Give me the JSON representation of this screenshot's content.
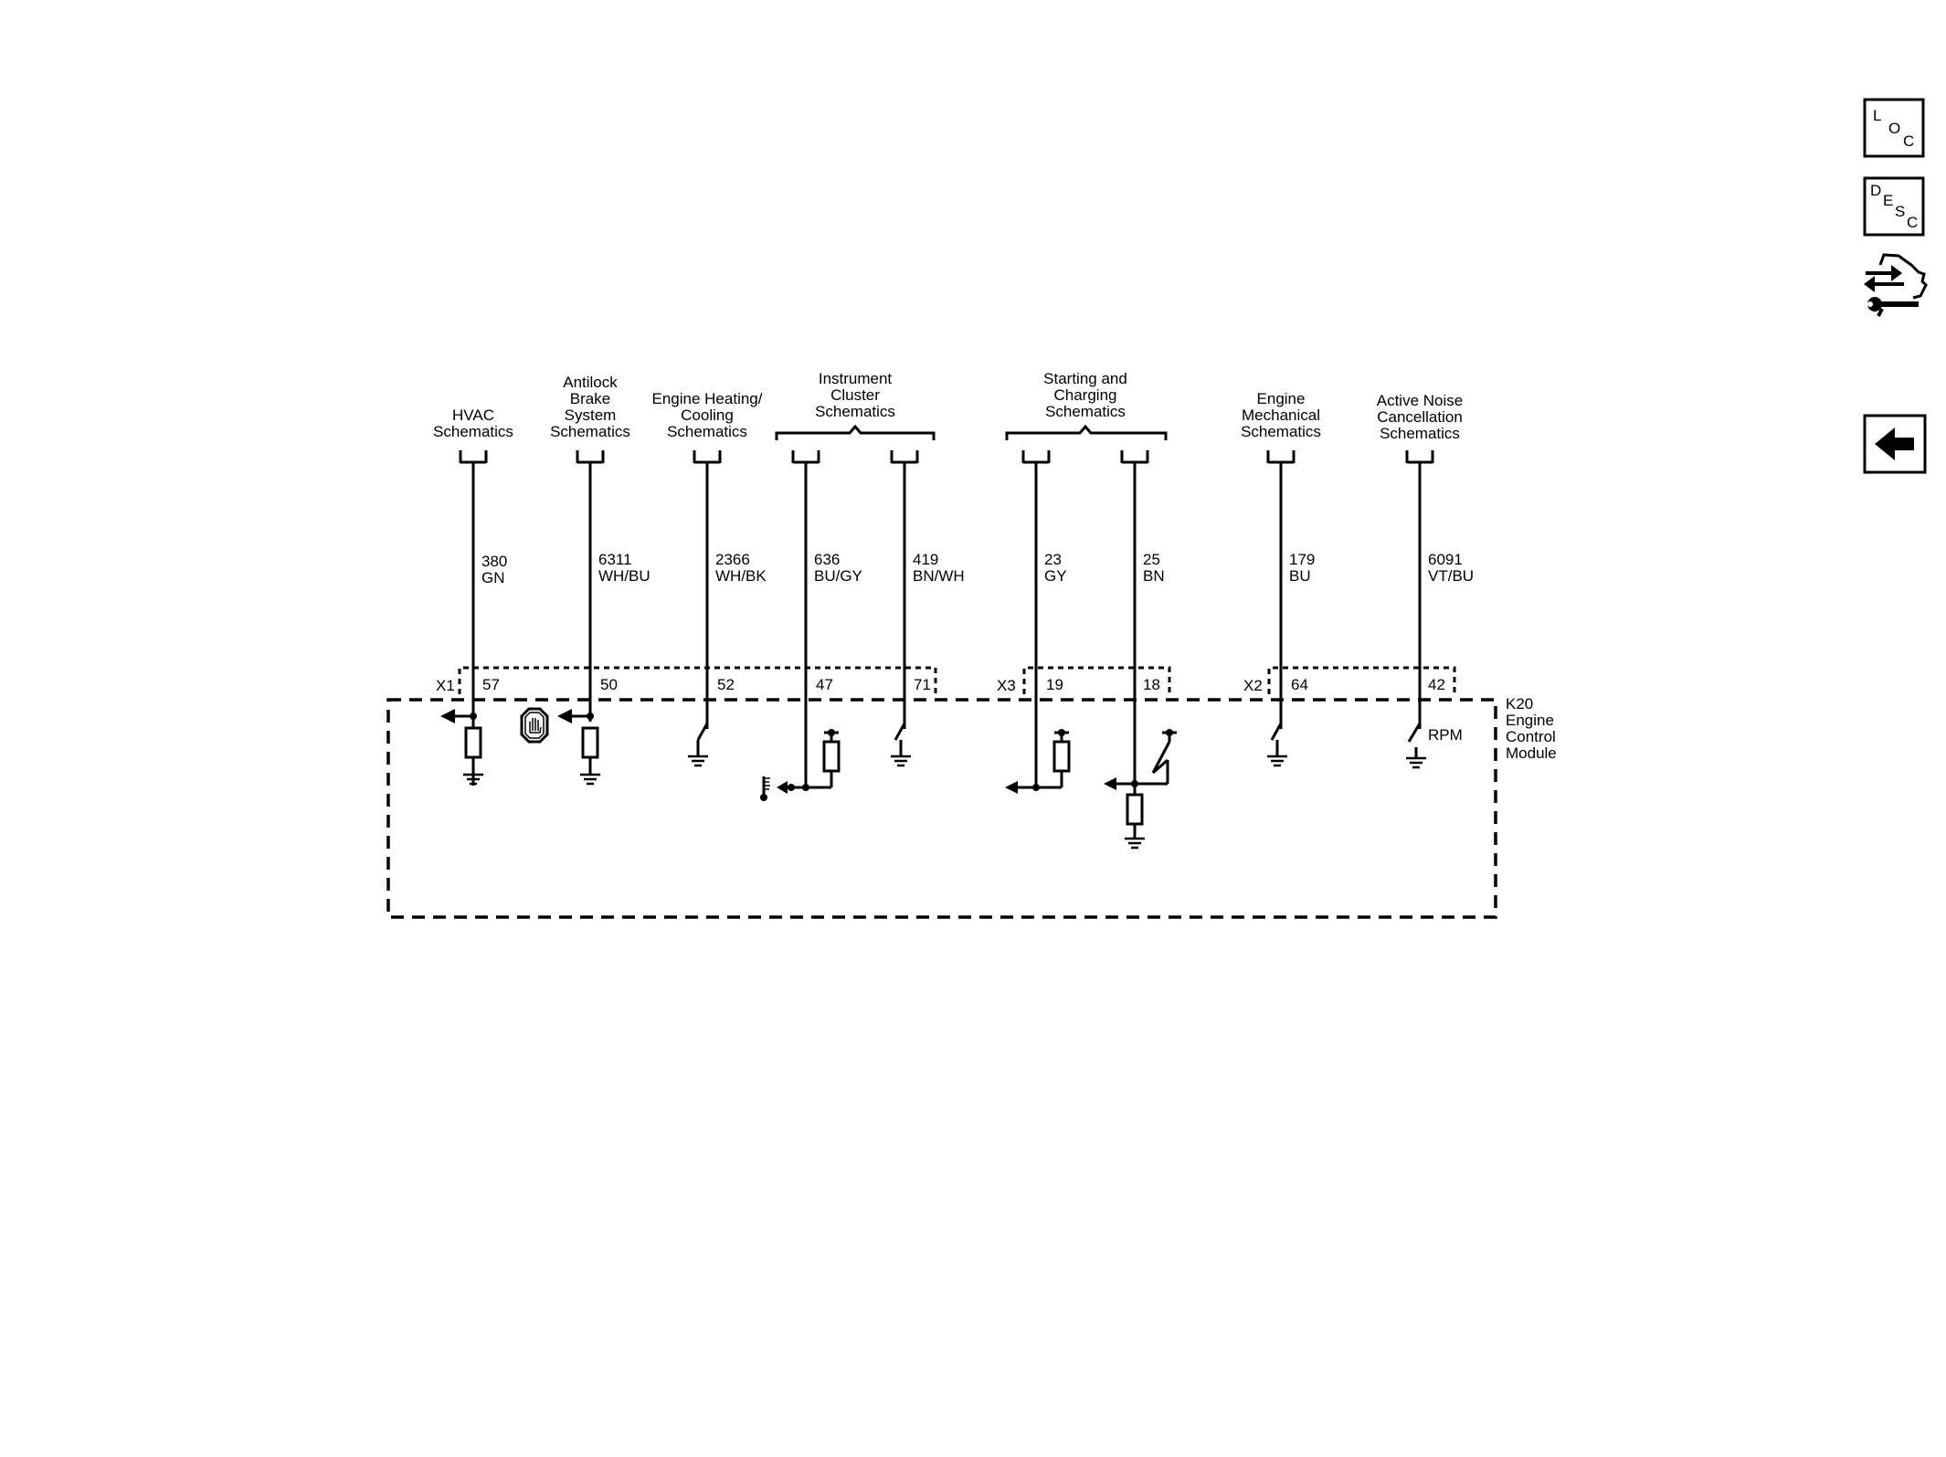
{
  "nav": {
    "loc": [
      "L",
      "O",
      "C"
    ],
    "desc": [
      "D",
      "E",
      "S",
      "C"
    ]
  },
  "groups": {
    "hvac": [
      "HVAC",
      "Schematics"
    ],
    "abs": [
      "Antilock",
      "Brake",
      "System",
      "Schematics"
    ],
    "heating": [
      "Engine Heating/",
      "Cooling",
      "Schematics"
    ],
    "cluster": [
      "Instrument",
      "Cluster",
      "Schematics"
    ],
    "starting": [
      "Starting and",
      "Charging",
      "Schematics"
    ],
    "mechanical": [
      "Engine",
      "Mechanical",
      "Schematics"
    ],
    "anc": [
      "Active Noise",
      "Cancellation",
      "Schematics"
    ]
  },
  "wires": [
    {
      "circuit": "380",
      "color": "GN",
      "pin": "57"
    },
    {
      "circuit": "6311",
      "color": "WH/BU",
      "pin": "50"
    },
    {
      "circuit": "2366",
      "color": "WH/BK",
      "pin": "52"
    },
    {
      "circuit": "636",
      "color": "BU/GY",
      "pin": "47"
    },
    {
      "circuit": "419",
      "color": "BN/WH",
      "pin": "71"
    },
    {
      "circuit": "23",
      "color": "GY",
      "pin": "19"
    },
    {
      "circuit": "25",
      "color": "BN",
      "pin": "18"
    },
    {
      "circuit": "179",
      "color": "BU",
      "pin": "64"
    },
    {
      "circuit": "6091",
      "color": "VT/BU",
      "pin": "42"
    }
  ],
  "connectors": {
    "x1": "X1",
    "x3": "X3",
    "x2": "X2"
  },
  "module": [
    "K20",
    "Engine",
    "Control",
    "Module"
  ],
  "rpm_label": "RPM"
}
